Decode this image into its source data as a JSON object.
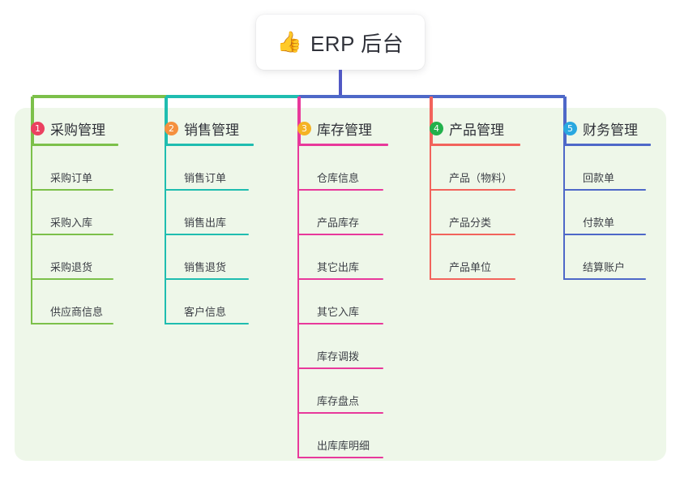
{
  "diagram": {
    "title": "ERP 后台",
    "emoji": "👍",
    "emoji_name": "thumbs-up-icon",
    "panel_color": "#eef7e9",
    "root_stem_color": "#5158c4"
  },
  "branches": [
    {
      "number": "1",
      "title": "采购管理",
      "badge_color": "#eb4060",
      "line_color": "#7cc04a",
      "items": [
        "采购订单",
        "采购入库",
        "采购退货",
        "供应商信息"
      ]
    },
    {
      "number": "2",
      "title": "销售管理",
      "badge_color": "#f5903e",
      "line_color": "#1fbdb0",
      "items": [
        "销售订单",
        "销售出库",
        "销售退货",
        "客户信息"
      ]
    },
    {
      "number": "3",
      "title": "库存管理",
      "badge_color": "#f5b325",
      "line_color": "#e8399b",
      "items": [
        "仓库信息",
        "产品库存",
        "其它出库",
        "其它入库",
        "库存调拨",
        "库存盘点",
        "出库库明细"
      ]
    },
    {
      "number": "4",
      "title": "产品管理",
      "badge_color": "#22b14c",
      "line_color": "#f2635c",
      "items": [
        "产品（物料）",
        "产品分类",
        "产品单位"
      ]
    },
    {
      "number": "5",
      "title": "财务管理",
      "badge_color": "#29a8e0",
      "line_color": "#4e68c8",
      "items": [
        "回款单",
        "付款单",
        "结算账户"
      ]
    }
  ]
}
